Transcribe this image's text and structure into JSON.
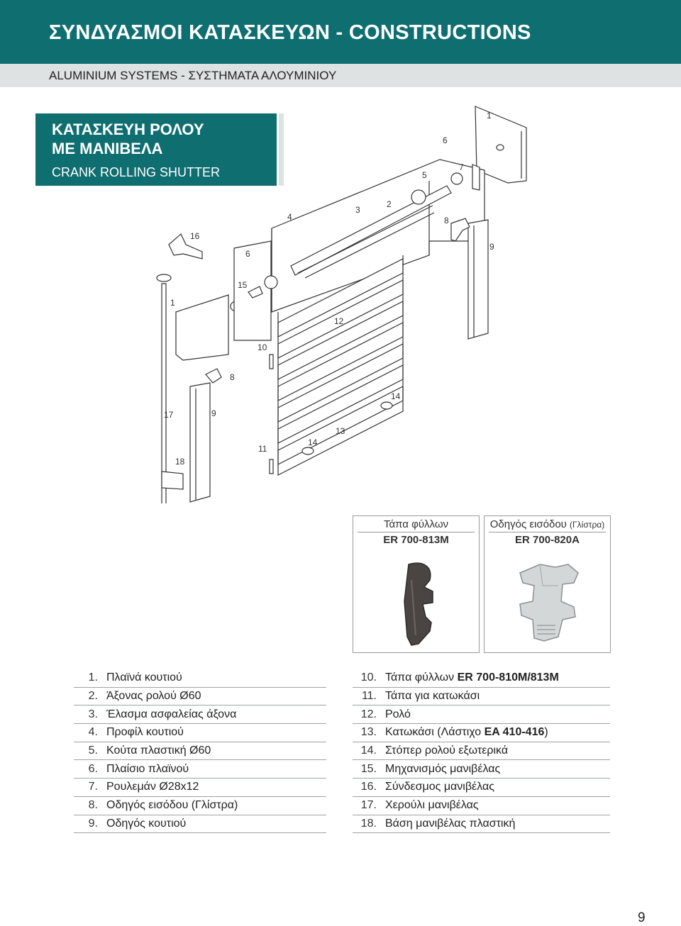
{
  "header": {
    "title": "ΣΥΝΔΥΑΣΜΟΙ ΚΑΤΑΣΚΕΥΩΝ - CONSTRUCTIONS",
    "subtitle": "ALUMINIUM SYSTEMS - ΣΥΣΤΗΜΑΤΑ ΑΛΟΥΜΙΝΙΟΥ"
  },
  "section": {
    "title_line1": "ΚΑΤΑΣΚΕΥΗ ΡΟΛΟΥ",
    "title_line2": "ΜΕ ΜΑΝΙΒΕΛΑ",
    "title_en": "CRANK ROLLING SHUTTER"
  },
  "diagram": {
    "callouts": [
      "1",
      "6",
      "5",
      "7",
      "2",
      "3",
      "4",
      "8",
      "9",
      "16",
      "6",
      "15",
      "1",
      "12",
      "10",
      "8",
      "14",
      "17",
      "9",
      "13",
      "14",
      "11",
      "18"
    ]
  },
  "products": [
    {
      "caption": "Τάπα φύλλων",
      "caption_note": "",
      "code": "ER 700-813M",
      "color": "#4a4542"
    },
    {
      "caption": "Οδηγός εισόδου",
      "caption_note": "(Γλίστρα)",
      "code": "ER 700-820A",
      "color": "#d4d7d8"
    }
  ],
  "legend_left": [
    {
      "num": "1.",
      "text": "Πλαϊνά κουτιού",
      "code": "",
      "after": ""
    },
    {
      "num": "2.",
      "text": "Άξονας ρολού Ø60",
      "code": "",
      "after": ""
    },
    {
      "num": "3.",
      "text": "Έλασμα ασφαλείας άξονα",
      "code": "",
      "after": ""
    },
    {
      "num": "4.",
      "text": "Προφίλ κουτιού",
      "code": "",
      "after": ""
    },
    {
      "num": "5.",
      "text": "Κούτα πλαστική Ø60",
      "code": "",
      "after": ""
    },
    {
      "num": "6.",
      "text": "Πλαίσιο πλαϊνού",
      "code": "",
      "after": ""
    },
    {
      "num": "7.",
      "text": "Ρουλεμάν Ø28x12",
      "code": "",
      "after": ""
    },
    {
      "num": "8.",
      "text": "Οδηγός εισόδου (Γλίστρα)",
      "code": "",
      "after": ""
    },
    {
      "num": "9.",
      "text": "Οδηγός κουτιού",
      "code": "",
      "after": ""
    }
  ],
  "legend_right": [
    {
      "num": "10.",
      "text": "Τάπα φύλλων ",
      "code": "ER 700-810M/813M",
      "after": ""
    },
    {
      "num": "11.",
      "text": "Τάπα για κατωκάσι",
      "code": "",
      "after": ""
    },
    {
      "num": "12.",
      "text": "Ρολό",
      "code": "",
      "after": ""
    },
    {
      "num": "13.",
      "text": "Κατωκάσι (Λάστιχο ",
      "code": "EA 410-416",
      "after": ")"
    },
    {
      "num": "14.",
      "text": "Στόπερ ρολού εξωτερικά",
      "code": "",
      "after": ""
    },
    {
      "num": "15.",
      "text": "Μηχανισμός μανιβέλας",
      "code": "",
      "after": ""
    },
    {
      "num": "16.",
      "text": "Σύνδεσμος μανιβέλας",
      "code": "",
      "after": ""
    },
    {
      "num": "17.",
      "text": "Χερούλι μανιβέλας",
      "code": "",
      "after": ""
    },
    {
      "num": "18.",
      "text": "Βάση μανιβέλας πλαστική",
      "code": "",
      "after": ""
    }
  ],
  "page_number": "9",
  "colors": {
    "brand": "#0f6e70",
    "subbar": "#dfe2e3"
  }
}
